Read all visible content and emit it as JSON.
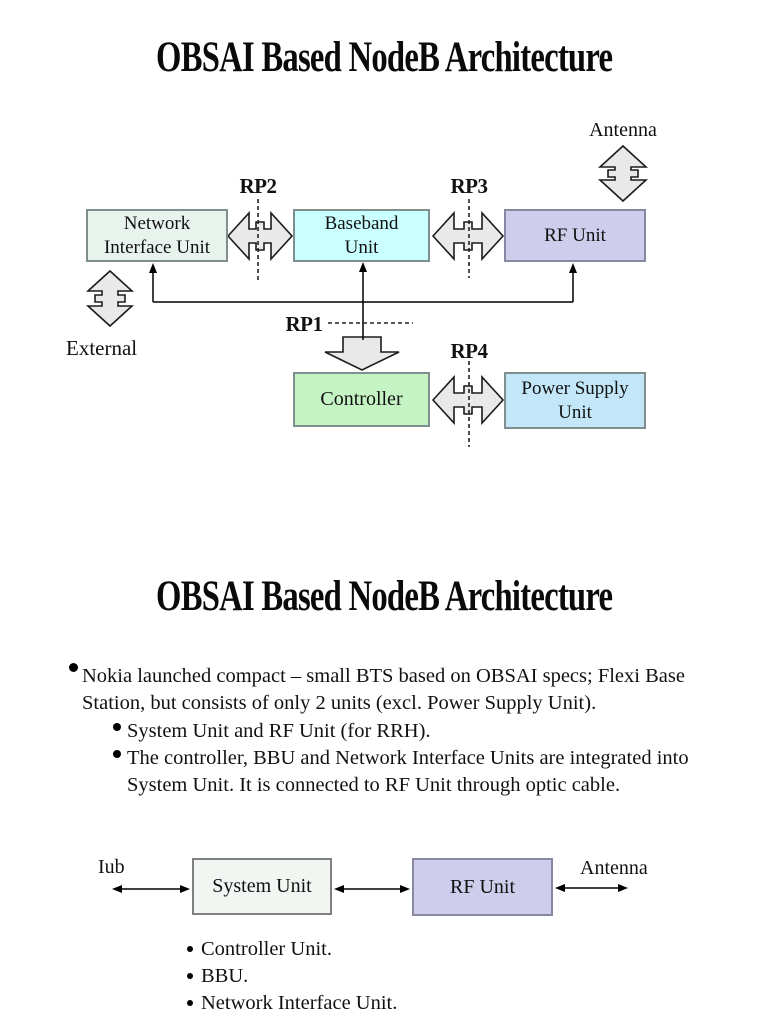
{
  "slide1": {
    "title": "OBSAI Based NodeB Architecture",
    "labels": {
      "antenna": "Antenna",
      "external": "External",
      "rp1": "RP1",
      "rp2": "RP2",
      "rp3": "RP3",
      "rp4": "RP4"
    },
    "boxes": {
      "network_interface_unit": {
        "label": "Network Interface Unit",
        "fill": "#e9f3ee"
      },
      "baseband_unit": {
        "label": "Baseband Unit",
        "fill": "#caffff"
      },
      "rf_unit": {
        "label": "RF Unit",
        "fill": "#cecdeb"
      },
      "controller": {
        "label": "Controller",
        "fill": "#c5f3c3"
      },
      "power_supply_unit": {
        "label": "Power Supply Unit",
        "fill": "#c3e7f8"
      }
    }
  },
  "slide2": {
    "title": "OBSAI Based NodeB Architecture",
    "bullets": [
      {
        "level": 1,
        "text": "Nokia launched compact – small BTS based on OBSAI specs; Flexi Base Station, but consists of only 2 units (excl. Power Supply Unit)."
      },
      {
        "level": 2,
        "text": "System Unit and RF Unit (for RRH)."
      },
      {
        "level": 2,
        "text": "The controller, BBU and Network Interface Units are integrated into System Unit. It is connected to RF Unit through optic cable."
      }
    ],
    "diagram": {
      "iub": "Iub",
      "antenna": "Antenna",
      "system_unit": {
        "label": "System Unit",
        "fill": "#f2f6f2"
      },
      "rf_unit": {
        "label": "RF Unit",
        "fill": "#cecdeb"
      }
    },
    "sub_items": [
      "Controller Unit.",
      "BBU.",
      "Network Interface Unit."
    ]
  }
}
